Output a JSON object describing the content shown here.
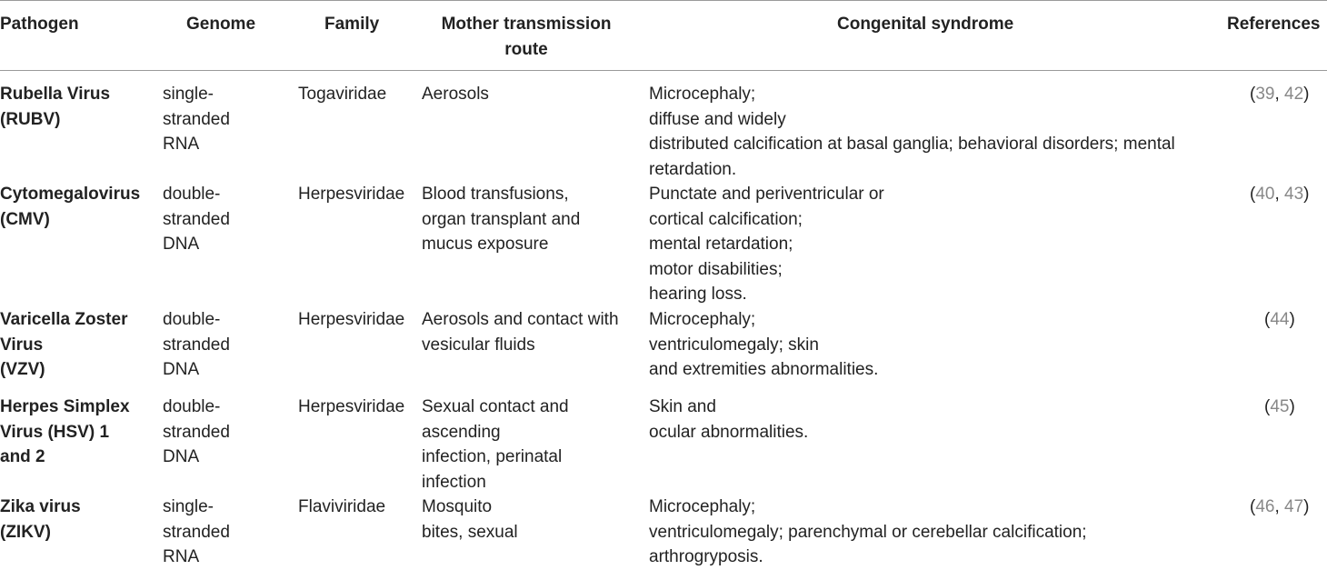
{
  "headers": {
    "pathogen": "Pathogen",
    "genome": "Genome",
    "family": "Family",
    "transmission": [
      "Mother transmission",
      "route"
    ],
    "syndrome": "Congenital syndrome",
    "references": "References"
  },
  "rows": [
    {
      "pathogen": [
        "Rubella Virus",
        "(RUBV)"
      ],
      "genome": [
        "single-",
        "stranded",
        "RNA"
      ],
      "family": "Togaviridae",
      "transmission": [
        "Aerosols"
      ],
      "syndrome": [
        "Microcephaly;",
        "diffuse and widely",
        "distributed calcification at basal ganglia; behavioral disorders; mental",
        "retardation."
      ],
      "references": [
        "39",
        "42"
      ]
    },
    {
      "pathogen": [
        "Cytomegalovirus",
        "(CMV)"
      ],
      "genome": [
        "double-",
        "stranded",
        "DNA"
      ],
      "family": "Herpesviridae",
      "transmission": [
        "Blood transfusions,",
        "organ transplant and",
        "mucus exposure"
      ],
      "syndrome": [
        "Punctate and periventricular or",
        "cortical calcification;",
        "mental retardation;",
        "motor disabilities;",
        "hearing loss."
      ],
      "references": [
        "40",
        "43"
      ]
    },
    {
      "pathogen": [
        "Varicella Zoster",
        "Virus",
        "(VZV)"
      ],
      "genome": [
        "double-",
        "stranded",
        "DNA"
      ],
      "family": "Herpesviridae",
      "transmission": [
        "Aerosols and contact with",
        "vesicular fluids"
      ],
      "syndrome": [
        "Microcephaly;",
        "ventriculomegaly; skin",
        "and extremities abnormalities."
      ],
      "references": [
        "44"
      ]
    },
    {
      "pathogen": [
        "Herpes Simplex",
        "Virus (HSV) 1",
        "and 2"
      ],
      "genome": [
        "double-",
        "stranded",
        "DNA"
      ],
      "family": "Herpesviridae",
      "transmission": [
        "Sexual contact and",
        "ascending",
        "infection, perinatal",
        "infection"
      ],
      "syndrome": [
        "Skin and",
        "ocular abnormalities."
      ],
      "references": [
        "45"
      ]
    },
    {
      "pathogen": [
        "Zika virus",
        "(ZIKV)"
      ],
      "genome": [
        "single-",
        "stranded",
        "RNA"
      ],
      "family": "Flaviviridae",
      "transmission": [
        "Mosquito",
        "bites, sexual"
      ],
      "syndrome": [
        "Microcephaly;",
        "ventriculomegaly; parenchymal or cerebellar calcification;",
        "arthrogryposis."
      ],
      "references": [
        "46",
        "47"
      ]
    }
  ]
}
